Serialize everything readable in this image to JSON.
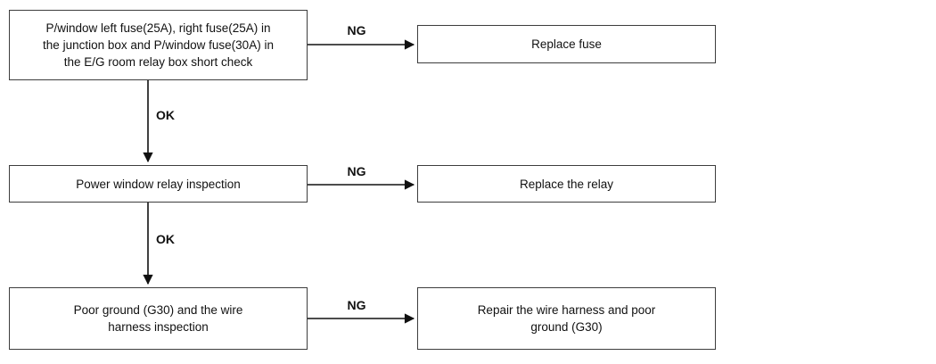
{
  "flowchart": {
    "nodes": [
      {
        "id": "check-fuses",
        "label": "P/window left fuse(25A), right fuse(25A) in\nthe junction box and P/window fuse(30A) in\nthe E/G room relay box short check"
      },
      {
        "id": "replace-fuse",
        "label": "Replace fuse"
      },
      {
        "id": "relay-inspection",
        "label": "Power window relay inspection"
      },
      {
        "id": "replace-relay",
        "label": "Replace the relay"
      },
      {
        "id": "ground-harness-inspection",
        "label": "Poor ground (G30) and the wire\nharness inspection"
      },
      {
        "id": "repair-harness",
        "label": "Repair the wire harness and poor\nground (G30)"
      }
    ],
    "edges": [
      {
        "from": "check-fuses",
        "to": "replace-fuse",
        "label": "NG",
        "direction": "right"
      },
      {
        "from": "check-fuses",
        "to": "relay-inspection",
        "label": "OK",
        "direction": "down"
      },
      {
        "from": "relay-inspection",
        "to": "replace-relay",
        "label": "NG",
        "direction": "right"
      },
      {
        "from": "relay-inspection",
        "to": "ground-harness-inspection",
        "label": "OK",
        "direction": "down"
      },
      {
        "from": "ground-harness-inspection",
        "to": "repair-harness",
        "label": "NG",
        "direction": "right"
      }
    ],
    "colors": {
      "background": "#ffffff",
      "box_border": "#3d3d3d",
      "text": "#111111",
      "line": "#111111"
    }
  }
}
